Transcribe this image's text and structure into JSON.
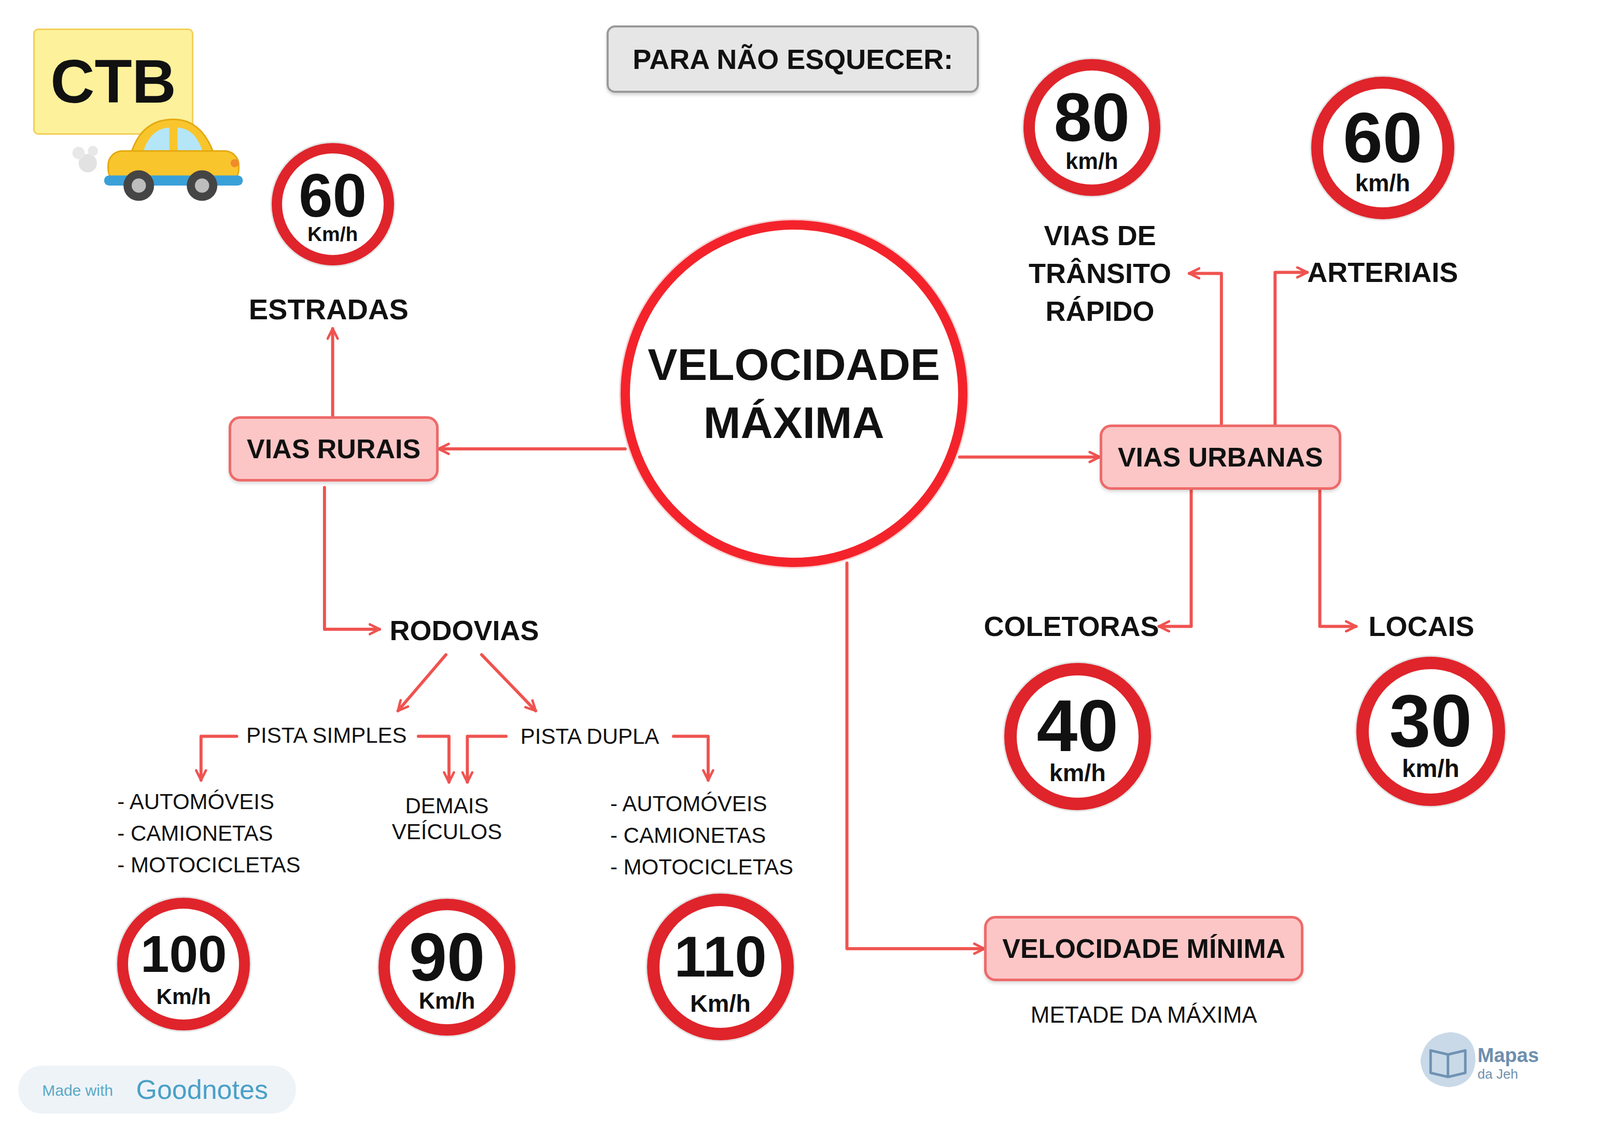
{
  "diagram": {
    "nodes": [
      {
        "text": [
          "CTB"
        ]
      },
      {
        "text": [
          "PARA NÃO ESQUECER:"
        ]
      },
      {
        "text": [
          "60",
          "Km/h",
          "ESTRADAS"
        ]
      },
      {
        "text": [
          "80",
          "km/h",
          "VIAS DE TRÂNSITO RÁPIDO"
        ]
      },
      {
        "text": [
          "60",
          "km/h",
          "ARTERIAIS"
        ]
      },
      {
        "text": [
          "VELOCIDADE MÁXIMA"
        ]
      },
      {
        "text": [
          "VIAS RURAIS"
        ]
      },
      {
        "text": [
          "VIAS URBANAS"
        ]
      },
      {
        "text": [
          "COLETORAS",
          "40",
          "km/h"
        ]
      },
      {
        "text": [
          "LOCAIS",
          "30",
          "km/h"
        ]
      },
      {
        "text": [
          "100",
          "Km/h"
        ]
      },
      {
        "text": [
          "90",
          "Km/h"
        ]
      },
      {
        "text": [
          "110",
          "Km/h"
        ]
      },
      {
        "text": [
          "VELOCIDADE MÍNIMA",
          "METADE DA MÁXIMA"
        ]
      }
    ],
    "edges": [
      {
        "from": 5,
        "to": 6,
        "arrow": "to"
      },
      {
        "from": 5,
        "to": 7,
        "arrow": "to"
      },
      {
        "from": 5,
        "to": 13,
        "arrow": "to"
      },
      {
        "from": 6,
        "to": 2,
        "arrow": "to"
      },
      {
        "from": 7,
        "to": 3,
        "arrow": "to"
      },
      {
        "from": 7,
        "to": 4,
        "arrow": "to"
      },
      {
        "from": 7,
        "to": 8,
        "arrow": "to"
      },
      {
        "from": 7,
        "to": 9,
        "arrow": "to"
      }
    ],
    "labels": [
      "RODOVIAS",
      "PISTA SIMPLES",
      "PISTA DUPLA",
      "- AUTOMÓVEIS",
      "- CAMIONETAS",
      "- MOTOCICLETAS",
      "DEMAIS VEÍCULOS",
      "- AUTOMÓVEIS",
      "- CAMIONETAS",
      "- MOTOCICLETAS",
      "Made with",
      "Goodnotes",
      "Mapas",
      "da Jeh"
    ]
  }
}
